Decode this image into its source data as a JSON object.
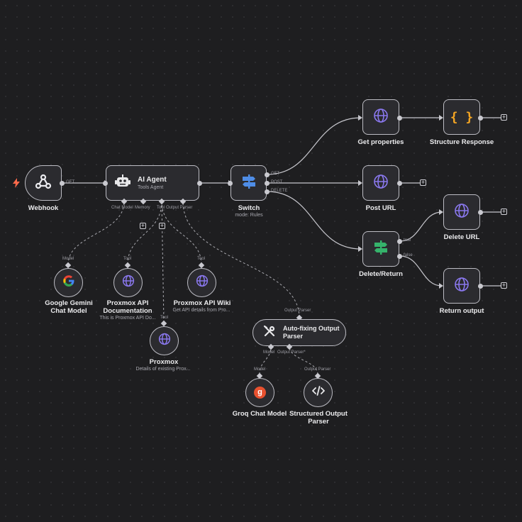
{
  "colors": {
    "canvas": "#1e1e20",
    "node_fill": "#2b2b2f",
    "node_border": "#bdbdc4",
    "edge": "#c6c6cc",
    "globe": "#8a78ee",
    "trigger_bolt": "#ff6a4b",
    "switch_icon": "#4f8de6",
    "delete_return_icon": "#35b36b",
    "braces": "#f5a623",
    "groq": "#e8512f"
  },
  "nodes": {
    "webhook": {
      "title": "Webhook",
      "port_label": "GET",
      "icon": "webhook-icon",
      "trigger_icon": "lightning-bolt-icon"
    },
    "ai_agent": {
      "title": "AI Agent",
      "subtitle": "Tools Agent",
      "icon": "robot-icon",
      "port_chat_model": "Chat Model",
      "port_memory": "Memory",
      "port_tool": "Tool",
      "port_output_parser": "Output Parser"
    },
    "switch": {
      "title": "Switch",
      "subtitle": "mode: Rules",
      "icon": "signpost-icon",
      "out_get": "GET",
      "out_post": "POST",
      "out_delete": "DELETE"
    },
    "get_properties": {
      "title": "Get properties",
      "icon": "globe-icon"
    },
    "structure_response": {
      "title": "Structure Response",
      "icon": "braces-icon"
    },
    "post_url": {
      "title": "Post URL",
      "icon": "globe-icon"
    },
    "delete_return": {
      "title": "Delete/Return",
      "icon": "signpost-icon",
      "out_true": "true",
      "out_false": "false"
    },
    "delete_url": {
      "title": "Delete URL",
      "icon": "globe-icon"
    },
    "return_output": {
      "title": "Return output",
      "icon": "globe-icon"
    },
    "gemini": {
      "title": "Google Gemini Chat Model",
      "port_label": "Model",
      "icon": "google-icon"
    },
    "proxmox_api_doc": {
      "title": "Proxmox API Documentation",
      "subtitle": "This is Proxmox API Do...",
      "port_label": "Tool",
      "icon": "globe-icon"
    },
    "proxmox_api_wiki": {
      "title": "Proxmox API Wiki",
      "subtitle": "Get API details from Pro...",
      "port_label": "Tool",
      "icon": "globe-icon"
    },
    "proxmox": {
      "title": "Proxmox",
      "subtitle": "Details of existing Prox...",
      "port_label": "Tool",
      "icon": "globe-icon"
    },
    "auto_fixing_parser": {
      "title": "Auto-fixing Output Parser",
      "port_label": "Output Parser",
      "icon": "wrench-screwdriver-icon",
      "port_model": "Model",
      "port_output_parser": "Output Parser*"
    },
    "groq": {
      "title": "Groq Chat Model",
      "port_label": "Model",
      "icon": "groq-icon",
      "glyph": "g"
    },
    "structured_parser": {
      "title": "Structured Output Parser",
      "port_label": "Output Parser",
      "icon": "code-icon"
    }
  },
  "add_button_glyph": "+"
}
